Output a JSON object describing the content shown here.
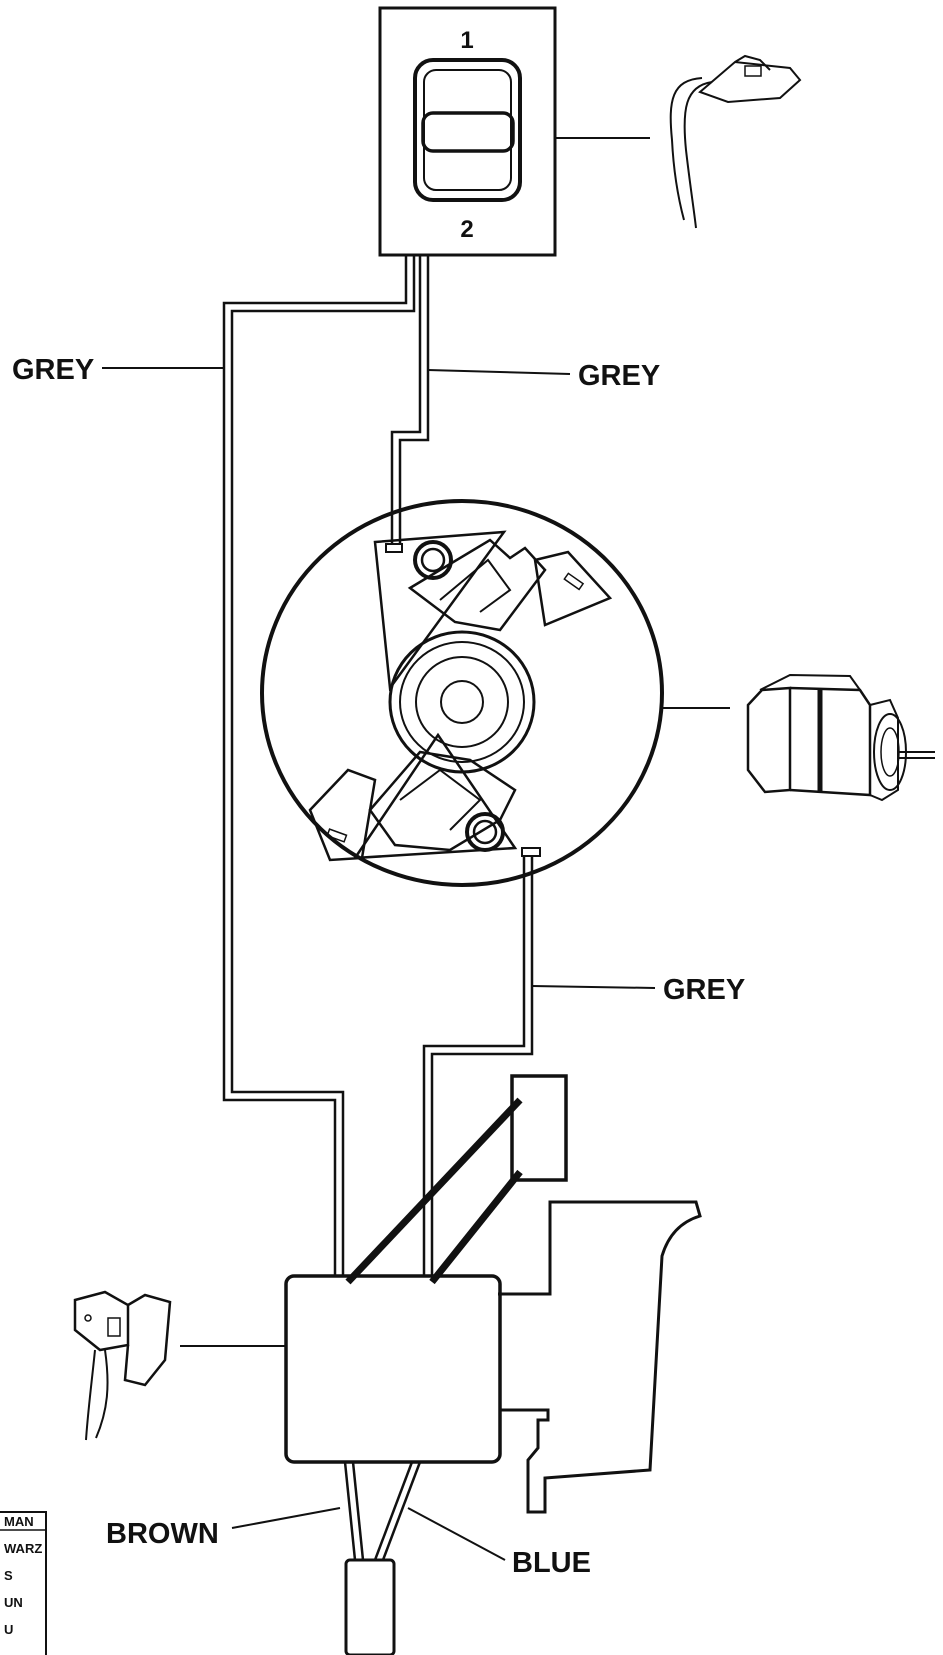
{
  "switch_terminals": {
    "top": "1",
    "bottom": "2"
  },
  "wire_labels": {
    "grey_left": "GREY",
    "grey_right_top": "GREY",
    "grey_right_bottom": "GREY",
    "brown": "BROWN",
    "blue": "BLUE"
  },
  "legend": {
    "header": "MAN",
    "rows": [
      "WARZ",
      "S",
      "UN",
      "U"
    ]
  }
}
